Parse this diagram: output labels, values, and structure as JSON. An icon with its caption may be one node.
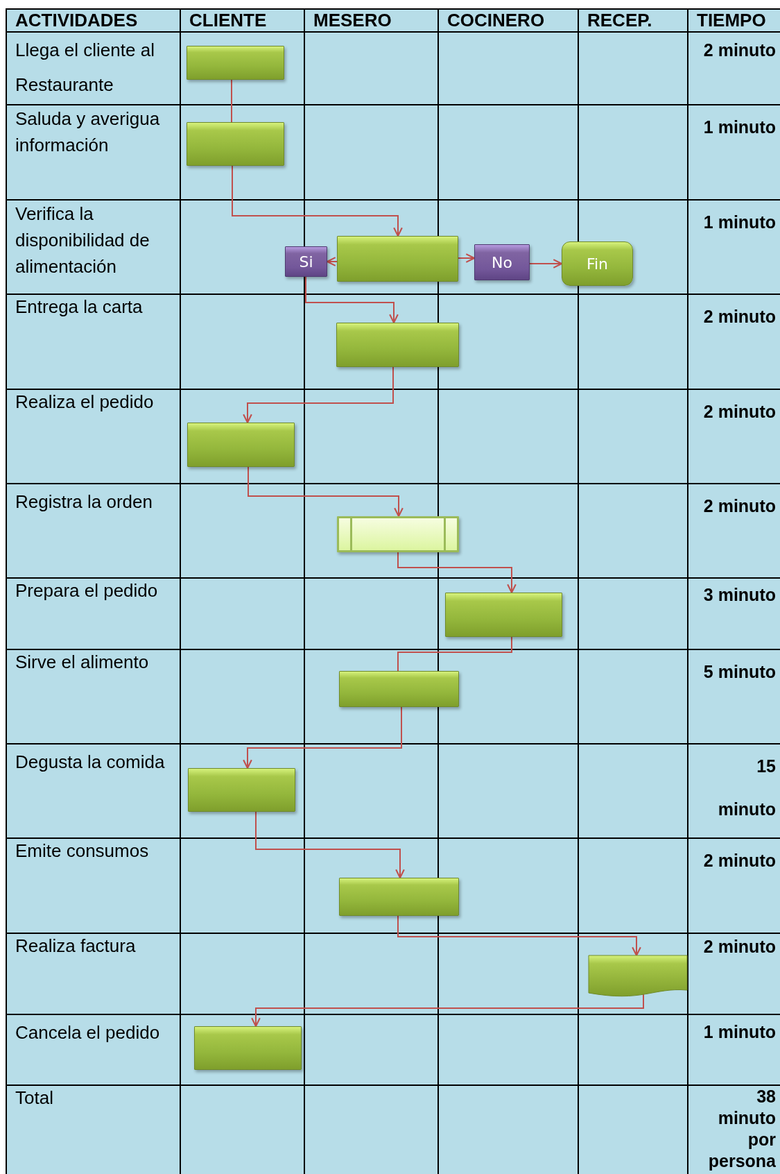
{
  "diagram": {
    "nodes": [
      {
        "text": [],
        "shape": "box"
      },
      {
        "text": [],
        "shape": "box"
      },
      {
        "text": [],
        "shape": "box"
      },
      {
        "text": [
          "Si"
        ]
      },
      {
        "text": [
          "No"
        ]
      },
      {
        "text": [
          "Fin"
        ]
      },
      {
        "text": [],
        "shape": "box"
      },
      {
        "text": [],
        "shape": "box"
      },
      {
        "text": [],
        "shape": "box"
      },
      {
        "text": [],
        "shape": "box"
      },
      {
        "text": [],
        "shape": "box"
      },
      {
        "text": [],
        "shape": "box"
      },
      {
        "text": [],
        "shape": "box"
      },
      {
        "text": [],
        "shape": "document"
      },
      {
        "text": [],
        "shape": "box"
      }
    ],
    "edges": [
      {
        "from": 0,
        "to": 1,
        "arrow": "none"
      },
      {
        "from": 1,
        "to": 2,
        "arrow": "to"
      },
      {
        "from": 2,
        "to": 3,
        "arrow": "to"
      },
      {
        "from": 2,
        "to": 4,
        "arrow": "to"
      },
      {
        "from": 4,
        "to": 5,
        "arrow": "to"
      },
      {
        "from": 3,
        "to": 6,
        "arrow": "to"
      },
      {
        "from": 6,
        "to": 7,
        "arrow": "to"
      },
      {
        "from": 7,
        "to": 8,
        "arrow": "to"
      },
      {
        "from": 8,
        "to": 9,
        "arrow": "to"
      },
      {
        "from": 9,
        "to": 10,
        "arrow": "none"
      },
      {
        "from": 10,
        "to": 11,
        "arrow": "to"
      },
      {
        "from": 11,
        "to": 12,
        "arrow": "to"
      },
      {
        "from": 12,
        "to": 13,
        "arrow": "to"
      },
      {
        "from": 13,
        "to": 14,
        "arrow": "to"
      }
    ],
    "labels": [
      "ACTIVIDADES",
      "CLIENTE",
      "MESERO",
      "COCINERO",
      "RECEP.",
      "TIEMPO",
      "Llega el cliente al Restaurante",
      "2 minuto",
      "Saluda y averigua información",
      "1 minuto",
      "Verifica la disponibilidad de alimentación",
      "1 minuto",
      "Entrega la carta",
      "2 minuto",
      "Realiza el pedido",
      "2 minuto",
      "Registra la orden",
      "2 minuto",
      "Prepara el pedido",
      "3 minuto",
      "Sirve el alimento",
      "5 minuto",
      "Degusta la comida",
      "15 minuto",
      "Emite consumos",
      "2 minuto",
      "Realiza factura",
      "2 minuto",
      "Cancela el pedido",
      "1 minuto",
      "Total",
      "38 minuto por persona"
    ]
  }
}
